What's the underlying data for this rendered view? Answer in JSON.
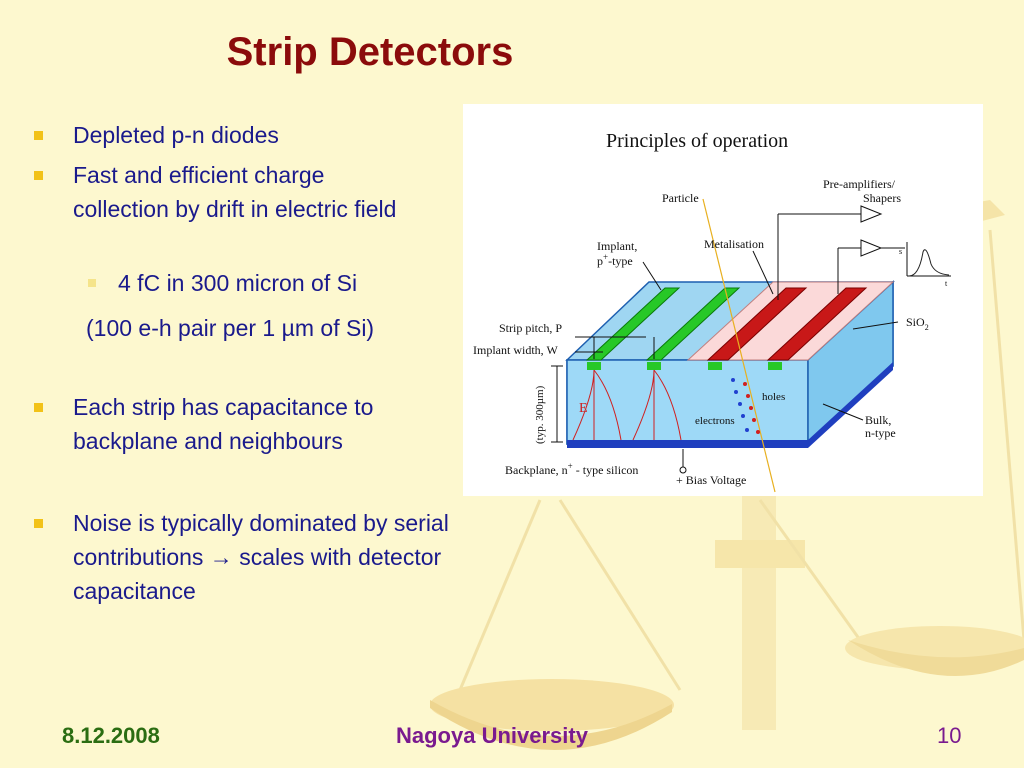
{
  "slide": {
    "title": "Strip Detectors",
    "bullets": [
      "Depleted p-n diodes",
      "Fast and efficient charge collection by drift in electric field",
      "4 fC in 300 micron of Si",
      "(100 e-h pair per 1 µm of Si)",
      "Each strip has capacitance to backplane and neighbours",
      "Noise is typically dominated by serial contributions → scales with detector capacitance"
    ],
    "footer": {
      "date": "8.12.2008",
      "institution": "Nagoya University",
      "page": "10"
    }
  },
  "figure": {
    "title": "Principles of operation",
    "particle": "Particle",
    "preamps": "Pre-amplifiers/",
    "shapers": "Shapers",
    "implant": "Implant,",
    "implant_type": "p",
    "implant_sup": "+",
    "implant_type2": "-type",
    "metalisation": "Metalisation",
    "sio2": "SiO",
    "sio2_sub": "2",
    "strip_pitch": "Strip pitch, P",
    "implant_width": "Implant width, W",
    "thickness": "(typ. 300µm)",
    "field": "E",
    "holes": "holes",
    "electrons": "electrons",
    "bulk": "Bulk,",
    "bulk_type": "n-type",
    "backplane": "Backplane, n",
    "backplane_sup": "+",
    "backplane_type": " - type silicon",
    "bias": "+ Bias Voltage",
    "pulse_s": "s",
    "pulse_t": "t"
  }
}
